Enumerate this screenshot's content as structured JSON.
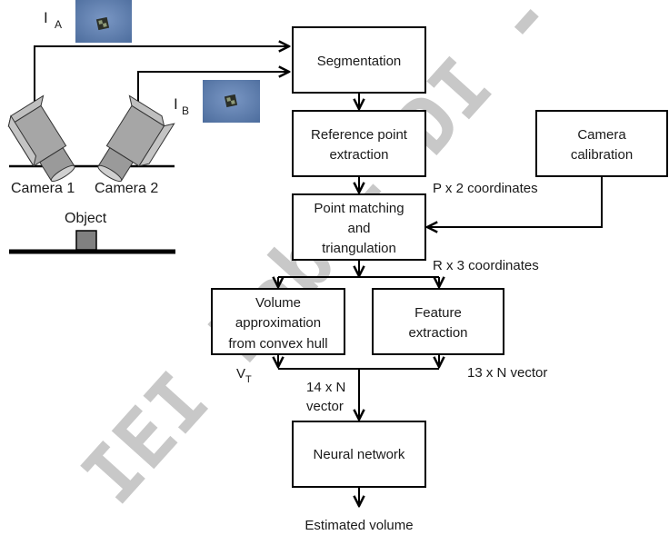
{
  "watermark": "IEI Lab - DI - UNIMI",
  "images": {
    "a": {
      "label": "I",
      "subscript": "A"
    },
    "b": {
      "label": "I",
      "subscript": "B"
    }
  },
  "cameras": [
    {
      "label": "Camera 1"
    },
    {
      "label": "Camera 2"
    }
  ],
  "object": {
    "label": "Object"
  },
  "boxes": {
    "segmentation": [
      "Segmentation"
    ],
    "reference": [
      "Reference point",
      "extraction"
    ],
    "calibration": [
      "Camera",
      "calibration"
    ],
    "matching": [
      "Point matching",
      "and",
      "triangulation"
    ],
    "volume": [
      "Volume",
      "approximation",
      "from convex hull"
    ],
    "feature": [
      "Feature",
      "extraction"
    ],
    "neural": [
      "Neural network"
    ]
  },
  "annotations": {
    "p_coords": "P x 2 coordinates",
    "r_coords": "R x 3 coordinates",
    "vt_main": "V",
    "vt_sub": "T",
    "vector_13": "13 x N vector",
    "vector_14_line1": "14 x N",
    "vector_14_line2": "vector",
    "output": "Estimated volume"
  },
  "colors": {
    "stroke": "#000000",
    "camera_body": "#a6a6a6",
    "camera_side": "#bfbfbf",
    "camera_front": "#8c8c8c",
    "object_fill": "#808080",
    "photo_bg": "#5b7cae",
    "watermark": "#c8c8c8"
  }
}
